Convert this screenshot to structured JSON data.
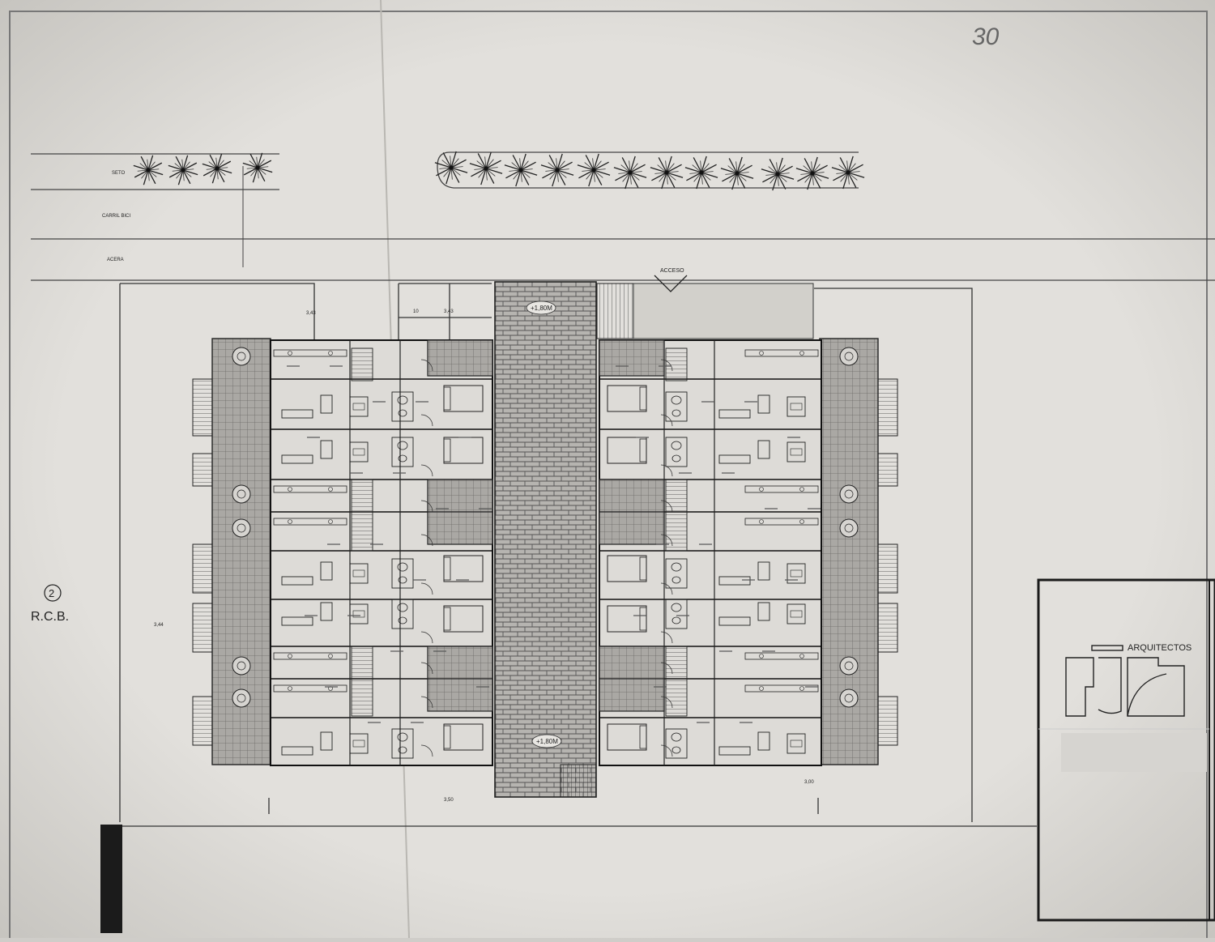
{
  "sheet": {
    "handwritten_number": "30",
    "plan_number": "2",
    "plan_code": "R.C.B."
  },
  "street": {
    "labels": [
      "SETO",
      "CARRIL BICI",
      "ACERA"
    ],
    "access_label": "ACCESO"
  },
  "levels": {
    "top": "+1,80M",
    "bottom": "+1,80M"
  },
  "dimensions": {
    "left_strip": "3,43",
    "left_mid": "3,44",
    "bottom_center": "3,50",
    "bottom_right": "3,00",
    "top_gap_a": "10",
    "top_gap_b": "3,43"
  },
  "title_block": {
    "firm_label": "ARQUITECTOS",
    "logo_text": "ejd"
  },
  "colors": {
    "paper": "#dedcd8",
    "ink": "#1c1c1c",
    "hatch": "#9e9c99"
  }
}
